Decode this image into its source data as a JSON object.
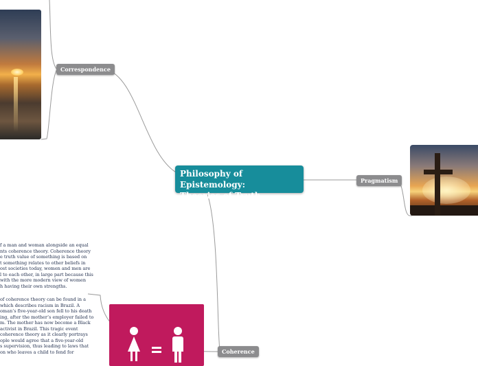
{
  "central": {
    "line1": "Philosophy of Epistemology:",
    "line2": "Theories of Truth"
  },
  "branches": {
    "correspondence": "Correspondence",
    "pragmatism": "Pragmatism",
    "coherence": "Coherence"
  },
  "images": {
    "sunset": "sunset-over-sea-image",
    "cross": "cross-at-sunset-image",
    "equality": "man-equals-woman-image"
  },
  "notes": {
    "paragraph1": [
      "f a man and woman alongside an equal",
      "nts coherence theory. Coherence theory",
      "e truth value of something is based on",
      "t something relates to other beliefs in",
      "ost societies today, women and men are",
      "l to each other, in large part because this",
      " with the more modern view of women",
      "h having their own strengths."
    ],
    "paragraph2": [
      " of coherence theory can be found in a",
      " which describes racism in Brazil. A",
      "oman’s five-year-old son fell to his death",
      "ing, after the mother’s employer failed to",
      "m. The mother has now become a Black",
      " activist in Brazil. This tragic event",
      "coherence theory as it clearly portrays",
      "ople would agree that a five-year-old",
      "s supervision, thus leading to laws that",
      "on who leaves a child to fend for"
    ]
  },
  "colors": {
    "central_node": "#178d9b",
    "branch_node": "#8c8c8e",
    "connector": "#9a9a9a",
    "equality_tile": "#c01a5d"
  }
}
